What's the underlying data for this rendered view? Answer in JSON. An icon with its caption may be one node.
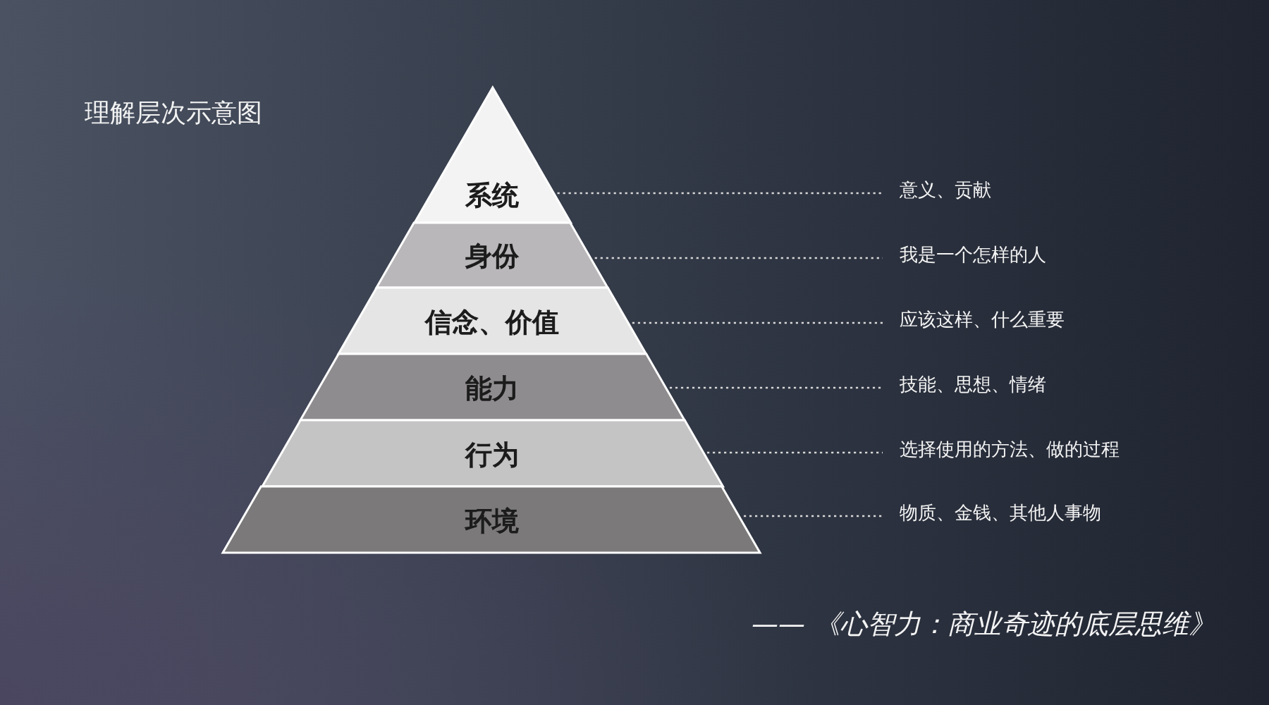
{
  "diagram": {
    "title": "理解层次示意图",
    "caption": "—— 《心智力：商业奇迹的底层思维》",
    "nodes": [
      {
        "text": [
          "系统"
        ]
      },
      {
        "text": [
          "身份"
        ]
      },
      {
        "text": [
          "信念、价值"
        ]
      },
      {
        "text": [
          "能力"
        ]
      },
      {
        "text": [
          "行为"
        ]
      },
      {
        "text": [
          "环境"
        ]
      },
      {
        "text": [
          "意义、贡献"
        ]
      },
      {
        "text": [
          "我是一个怎样的人"
        ]
      },
      {
        "text": [
          "应该这样、什么重要"
        ]
      },
      {
        "text": [
          "技能、思想、情绪"
        ]
      },
      {
        "text": [
          "选择使用的方法、做的过程"
        ]
      },
      {
        "text": [
          "物质、金钱、其他人事物"
        ]
      }
    ],
    "edges": [
      {
        "from": 0,
        "to": 6,
        "arrow": "none"
      },
      {
        "from": 1,
        "to": 7,
        "arrow": "none"
      },
      {
        "from": 2,
        "to": 8,
        "arrow": "none"
      },
      {
        "from": 3,
        "to": 9,
        "arrow": "none"
      },
      {
        "from": 4,
        "to": 10,
        "arrow": "none"
      },
      {
        "from": 5,
        "to": 11,
        "arrow": "none"
      }
    ]
  }
}
